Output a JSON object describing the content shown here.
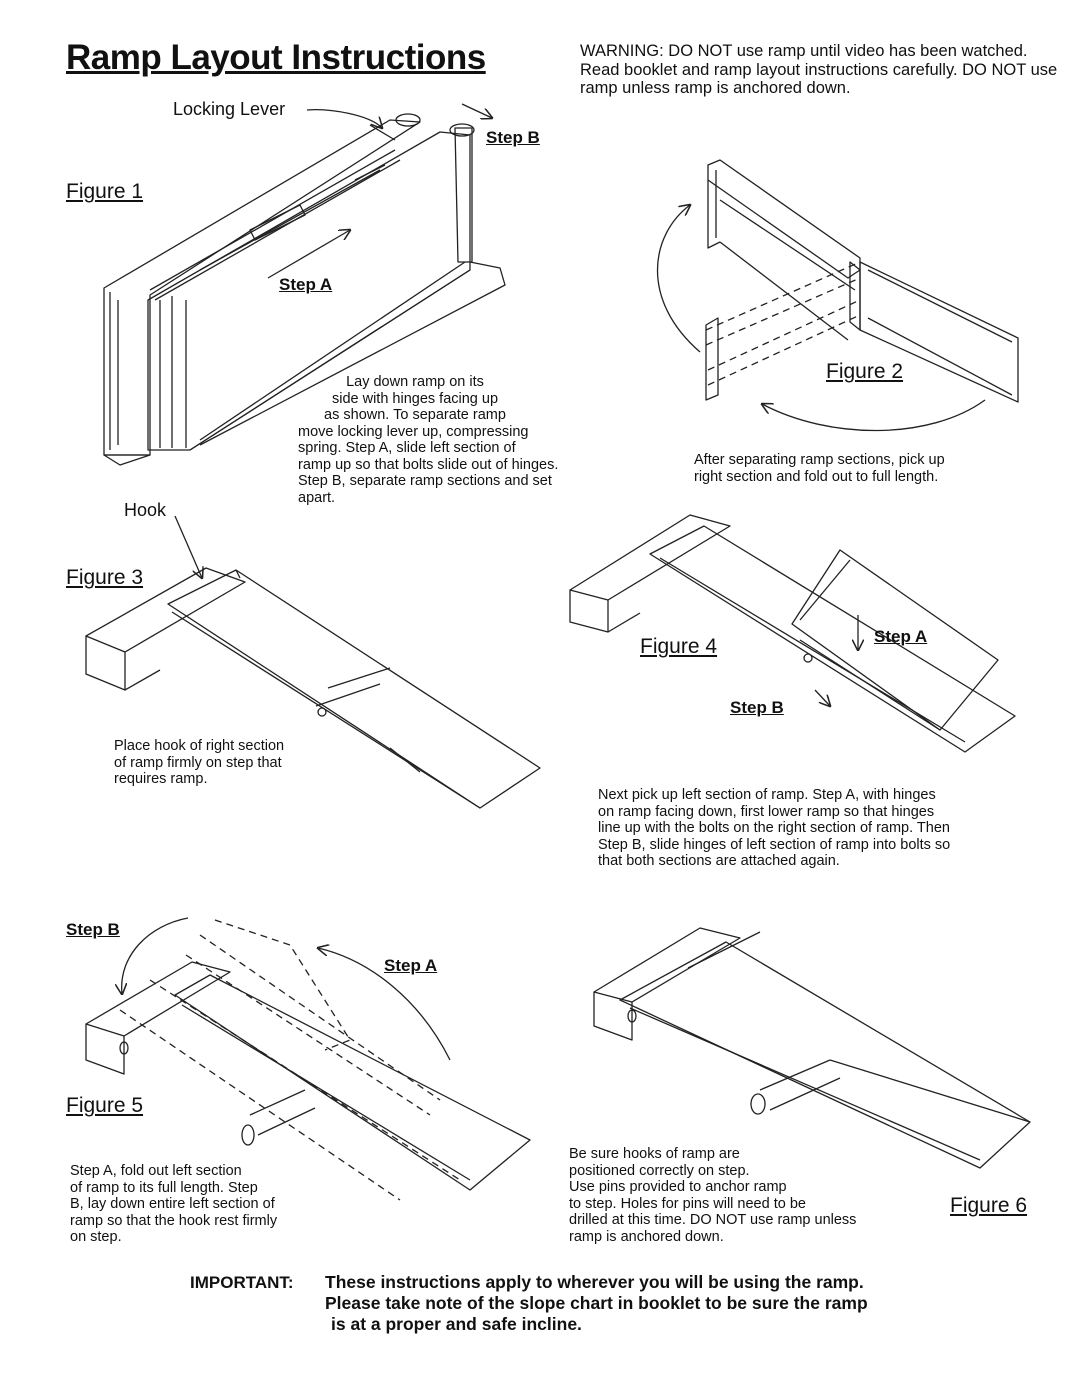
{
  "title": "Ramp Layout Instructions",
  "warning": "WARNING:  DO NOT use ramp until video has been watched. Read booklet and ramp layout instructions carefully.  DO NOT use ramp unless ramp is anchored down.",
  "figure1": {
    "label": "Figure 1",
    "locking_lever": "Locking Lever",
    "step_a": "Step A",
    "step_b": "Step B",
    "caption_lines": [
      "Lay down ramp on its",
      "side with hinges facing up",
      "as shown.  To separate ramp",
      "move locking lever up, compressing",
      "spring.  Step A, slide left section of",
      "ramp up so that bolts slide out of hinges.",
      "Step B, separate ramp sections and set",
      "apart."
    ]
  },
  "figure2": {
    "label": "Figure 2",
    "caption_lines": [
      "After separating ramp sections, pick up",
      "right section and fold out to full length."
    ]
  },
  "figure3": {
    "label": "Figure 3",
    "hook": "Hook",
    "caption_lines": [
      "Place hook of right section",
      "of ramp firmly on step that",
      "requires ramp."
    ]
  },
  "figure4": {
    "label": "Figure 4",
    "step_a": "Step A",
    "step_b": "Step B",
    "caption_lines": [
      "Next pick up left section of ramp.  Step A, with hinges",
      "on ramp facing down, first lower ramp so that hinges",
      "line up with the bolts on the right section of ramp.  Then",
      "Step B, slide hinges of left section of ramp into bolts so",
      "that both sections are attached again."
    ]
  },
  "figure5": {
    "label": "Figure 5",
    "step_a": "Step A",
    "step_b": "Step B",
    "caption_lines": [
      "Step A, fold out left section",
      "of ramp to its full length.  Step",
      "B, lay down entire left section of",
      "ramp so that the hook rest firmly",
      "on step."
    ]
  },
  "figure6": {
    "label": "Figure 6",
    "caption_lines": [
      "Be sure hooks of ramp are",
      "positioned correctly on step.",
      "Use pins provided to anchor ramp",
      "to step.  Holes for pins will need to be",
      "drilled at this time.  DO NOT use ramp unless",
      "ramp is anchored down."
    ]
  },
  "important": {
    "label": "IMPORTANT:",
    "lines": [
      "These instructions apply to wherever you will be using the ramp.",
      "Please take note of the slope chart in booklet to be sure the ramp",
      "is at a proper and safe incline."
    ]
  }
}
